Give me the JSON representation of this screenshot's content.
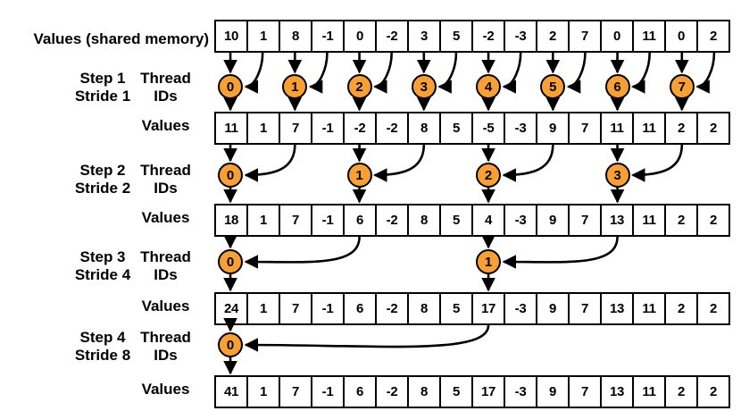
{
  "diagram": {
    "title_label": "Values (shared memory)",
    "accent_color": "#F8A033",
    "line_color": "#000000",
    "background": "#ffffff",
    "cell_count": 16
  },
  "row_labels": {
    "values": "Values",
    "thread_ids_line1": "Thread",
    "thread_ids_line2": "IDs"
  },
  "steps": [
    {
      "step": "Step 1",
      "stride": "Stride 1",
      "thread_ids": [
        "0",
        "1",
        "2",
        "3",
        "4",
        "5",
        "6",
        "7"
      ]
    },
    {
      "step": "Step 2",
      "stride": "Stride 2",
      "thread_ids": [
        "0",
        "1",
        "2",
        "3"
      ]
    },
    {
      "step": "Step 3",
      "stride": "Stride 4",
      "thread_ids": [
        "0",
        "1"
      ]
    },
    {
      "step": "Step 4",
      "stride": "Stride 8",
      "thread_ids": [
        "0"
      ]
    }
  ],
  "arrays": {
    "initial": [
      "10",
      "1",
      "8",
      "-1",
      "0",
      "-2",
      "3",
      "5",
      "-2",
      "-3",
      "2",
      "7",
      "0",
      "11",
      "0",
      "2"
    ],
    "after_step1": [
      "11",
      "1",
      "7",
      "-1",
      "-2",
      "-2",
      "8",
      "5",
      "-5",
      "-3",
      "9",
      "7",
      "11",
      "11",
      "2",
      "2"
    ],
    "after_step2": [
      "18",
      "1",
      "7",
      "-1",
      "6",
      "-2",
      "8",
      "5",
      "4",
      "-3",
      "9",
      "7",
      "13",
      "11",
      "2",
      "2"
    ],
    "after_step3": [
      "24",
      "1",
      "7",
      "-1",
      "6",
      "-2",
      "8",
      "5",
      "17",
      "-3",
      "9",
      "7",
      "13",
      "11",
      "2",
      "2"
    ],
    "after_step4": [
      "41",
      "1",
      "7",
      "-1",
      "6",
      "-2",
      "8",
      "5",
      "17",
      "-3",
      "9",
      "7",
      "13",
      "11",
      "2",
      "2"
    ]
  }
}
